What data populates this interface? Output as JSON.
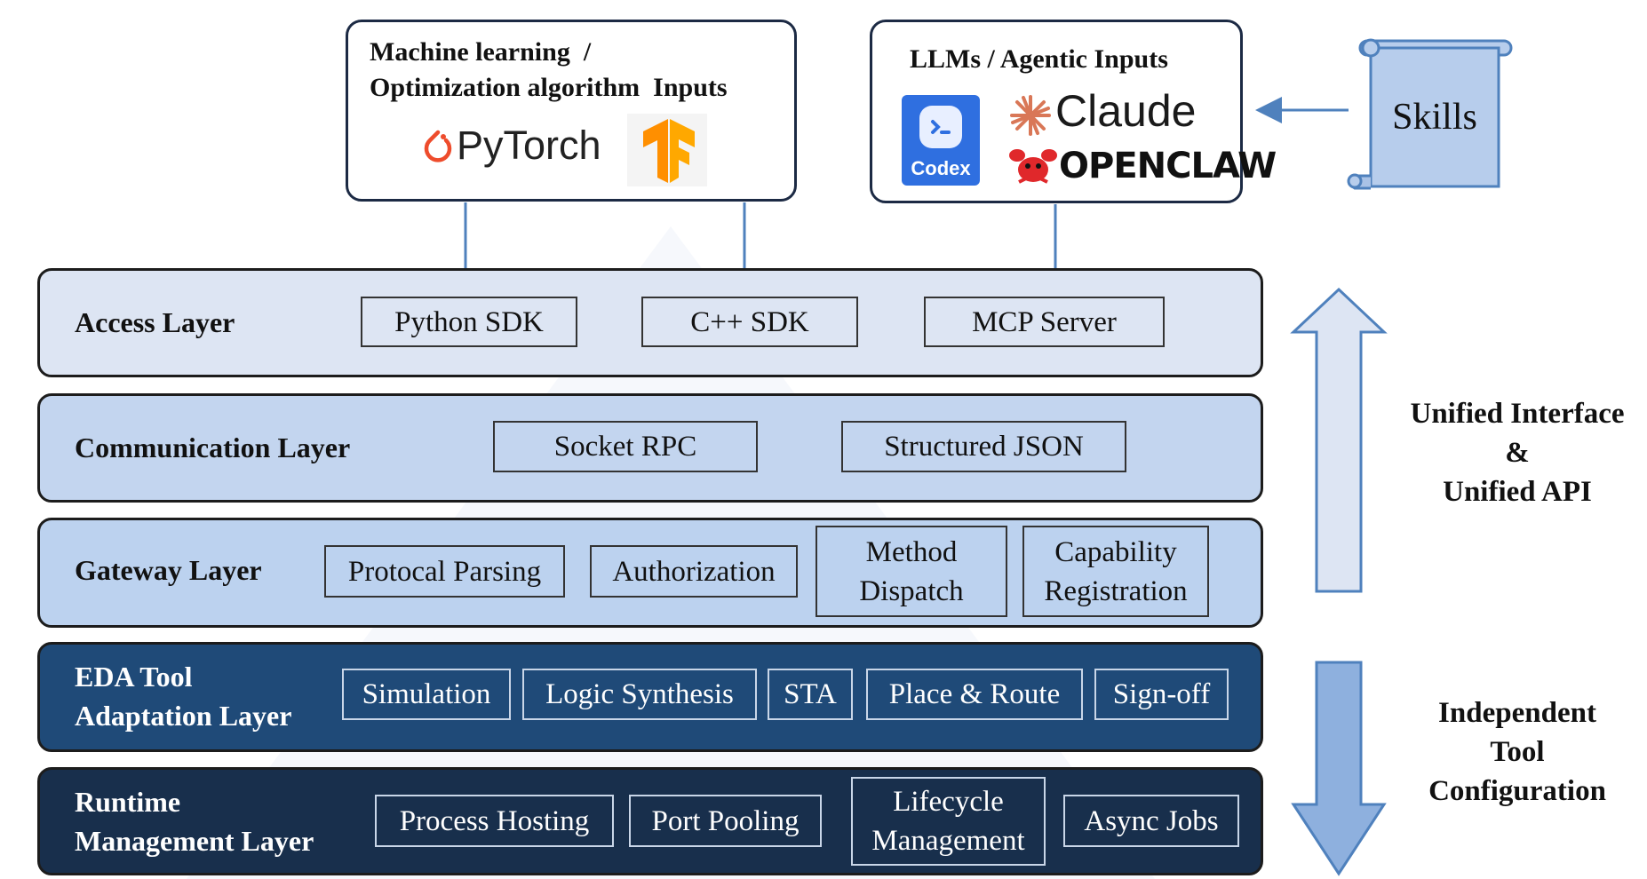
{
  "colors": {
    "access_fill": "#dde5f3",
    "communication_fill": "#c3d5ef",
    "gateway_fill": "#bcd2ef",
    "eda_fill": "#1f4a78",
    "runtime_fill": "#182f4c",
    "arrow_blue": "#4f81bd",
    "skills_fill": "#b7cdec"
  },
  "inputs": {
    "ml": {
      "title": "Machine learning  /\nOptimization algorithm  Inputs",
      "pytorch_label": "PyTorch",
      "pytorch_icon": "pytorch-flame-icon",
      "tensorflow_icon": "tensorflow-logo-icon"
    },
    "llm": {
      "title": "LLMs / Agentic Inputs",
      "codex_label": "Codex",
      "claude_label": "Claude",
      "openclaw_label": "OPENCLAW",
      "codex_icon": "codex-terminal-icon",
      "claude_icon": "claude-starburst-icon",
      "openclaw_icon": "lobster-icon"
    },
    "skills": {
      "label": "Skills",
      "icon": "scroll-icon"
    }
  },
  "layers": {
    "access": {
      "title": "Access Layer",
      "items": [
        "Python SDK",
        "C++ SDK",
        "MCP Server"
      ]
    },
    "communication": {
      "title": "Communication Layer",
      "items": [
        "Socket RPC",
        "Structured JSON"
      ]
    },
    "gateway": {
      "title": "Gateway Layer",
      "items": [
        "Protocal Parsing",
        "Authorization",
        "Method\nDispatch",
        "Capability\nRegistration"
      ]
    },
    "eda": {
      "title": "EDA Tool\nAdaptation Layer",
      "items": [
        "Simulation",
        "Logic Synthesis",
        "STA",
        "Place & Route",
        "Sign-off"
      ]
    },
    "runtime": {
      "title": "Runtime\nManagement Layer",
      "items": [
        "Process Hosting",
        "Port Pooling",
        "Lifecycle\nManagement",
        "Async Jobs"
      ]
    }
  },
  "side": {
    "up_label": "Unified Interface\n&\nUnified API",
    "down_label": "Independent\nTool\nConfiguration"
  }
}
